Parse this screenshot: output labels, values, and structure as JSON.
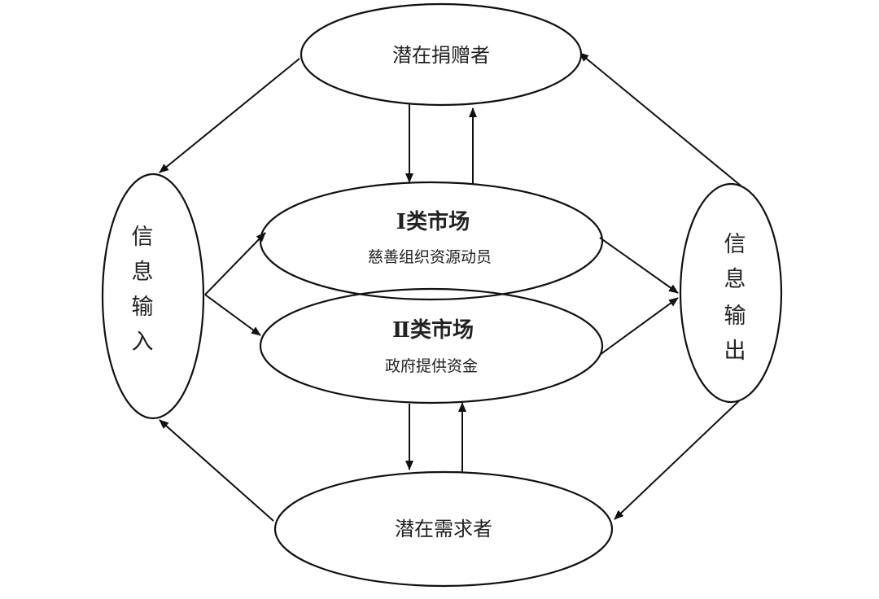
{
  "nodes": {
    "potential_donors": {
      "label": "潜在捐赠者"
    },
    "potential_demanders": {
      "label": "潜在需求者"
    },
    "info_input": {
      "chars": [
        "信",
        "息",
        "输",
        "入"
      ]
    },
    "info_output": {
      "chars": [
        "信",
        "息",
        "输",
        "出"
      ]
    },
    "market_1": {
      "title": "Ⅰ类市场",
      "subtitle": "慈善组织资源动员"
    },
    "market_2": {
      "title": "Ⅱ类市场",
      "subtitle": "政府提供资金"
    }
  },
  "colors": {
    "stroke": "#111111",
    "text": "#222222",
    "background": "#ffffff"
  }
}
